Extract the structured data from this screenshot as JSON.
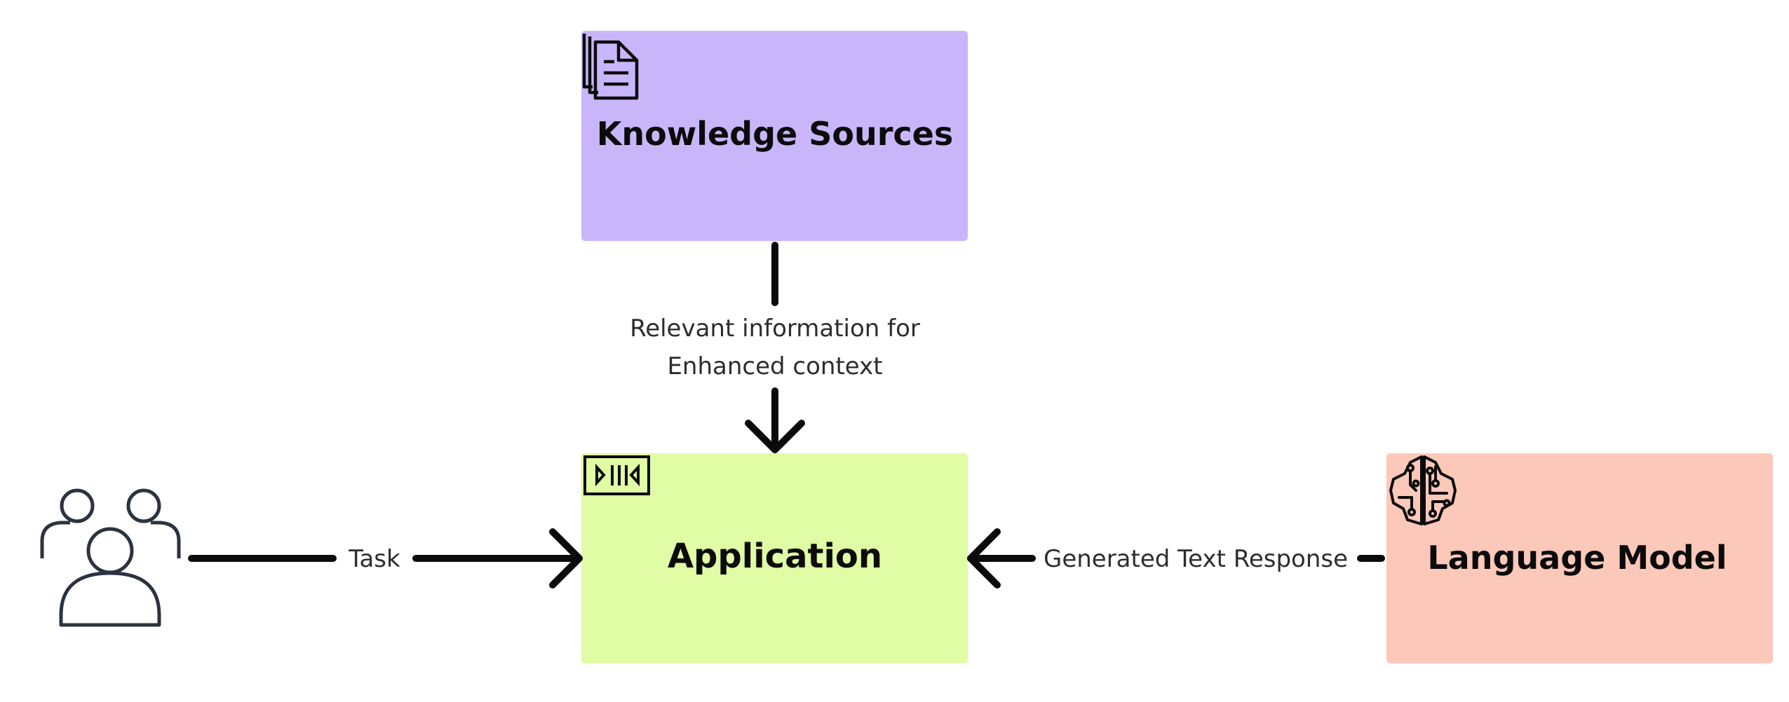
{
  "nodes": {
    "knowledge_sources": {
      "label": "Knowledge Sources",
      "color": "#c9b6fa",
      "icon": "documents-icon"
    },
    "application": {
      "label": "Application",
      "color": "#e0fca4",
      "icon": "application-icon"
    },
    "language_model": {
      "label": "Language Model",
      "color": "#fbc8b9",
      "icon": "brain-circuit-icon"
    },
    "users": {
      "icon": "users-icon"
    }
  },
  "edges": {
    "context": {
      "line1": "Relevant information for",
      "line2": "Enhanced context"
    },
    "task": {
      "label": "Task"
    },
    "response": {
      "label": "Generated Text Response"
    }
  },
  "colors": {
    "stroke": "#0b0b0b",
    "users_stroke": "#2b3340"
  }
}
